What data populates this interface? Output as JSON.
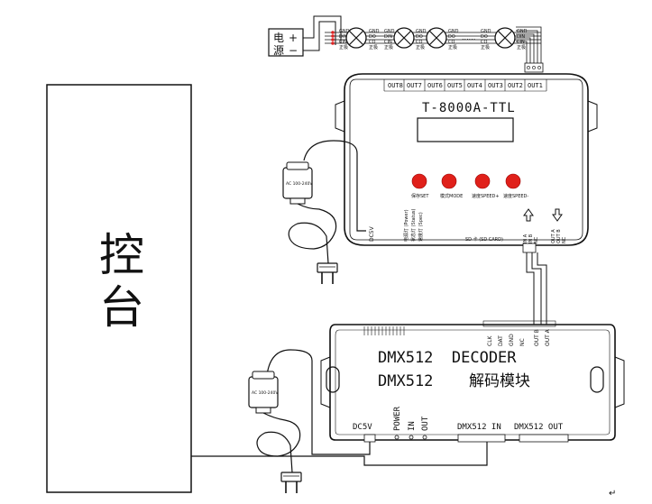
{
  "console": {
    "label_1": "控",
    "label_2": "台"
  },
  "power_supply": {
    "label": "电源",
    "char_1": "电",
    "char_2": "源",
    "plus": "+",
    "minus": "−"
  },
  "pixel_chain": {
    "pins": [
      "GND",
      "DO",
      "CO",
      "正极"
    ],
    "pins_in": [
      "GND",
      "DIN",
      "CIN",
      "正极"
    ],
    "ellipsis": "......"
  },
  "controller": {
    "title": "T-8000A-TTL",
    "outputs": [
      "OUT8",
      "OUT7",
      "OUT6",
      "OUT5",
      "OUT4",
      "OUT3",
      "OUT2",
      "OUT1"
    ],
    "buttons": [
      "保存SET",
      "模式MODE",
      "速度SPEED+",
      "速度SPEED-"
    ],
    "indicators": [
      "电源灯 (Power)",
      "状态灯 (Status)",
      "速度灯 (Spec)"
    ],
    "sd_label": "SD 卡 (SD CARD)",
    "dc_label": "DC5V",
    "port_in_a": "IN A",
    "port_in_b": "IN B",
    "port_in_nc": "NC",
    "port_out_a": "OUT A",
    "port_out_b": "OUT B",
    "port_out_nc": "NC"
  },
  "adapter": {
    "label": "AC 100-240V"
  },
  "decoder": {
    "line1": "DMX512  DECODER",
    "line2_a": "DMX512",
    "line2_b": "解码模块",
    "pins": [
      "CLK",
      "DAT",
      "GND",
      "NC",
      "OUT B",
      "OUT A"
    ],
    "power": "POWER",
    "in": "IN",
    "out": "OUT",
    "dc": "DC5V",
    "dmx_in": "DMX512 IN",
    "dmx_out": "DMX512 OUT"
  },
  "return_mark": "↵"
}
